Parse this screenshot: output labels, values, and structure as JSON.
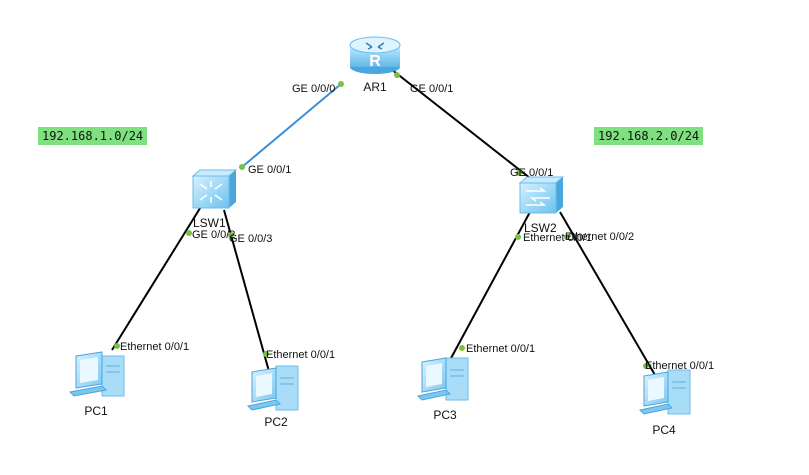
{
  "subnets": {
    "left": "192.168.1.0/24",
    "right": "192.168.2.0/24"
  },
  "devices": {
    "router": "AR1",
    "switch1": "LSW1",
    "switch2": "LSW2",
    "pc1": "PC1",
    "pc2": "PC2",
    "pc3": "PC3",
    "pc4": "PC4"
  },
  "ports": {
    "ar1_left": "GE 0/0/0",
    "ar1_right": "GE 0/0/1",
    "lsw1_up": "GE 0/0/1",
    "lsw1_pc1": "GE 0/0/2",
    "lsw1_pc2": "GE 0/0/3",
    "lsw2_up": "GE 0/0/1",
    "lsw2_pc3": "Ethernet 0/0/1",
    "lsw2_pc4": "Ethernet 0/0/2",
    "pc1_port": "Ethernet 0/0/1",
    "pc2_port": "Ethernet 0/0/1",
    "pc3_port": "Ethernet 0/0/1",
    "pc4_port": "Ethernet 0/0/1"
  },
  "colors": {
    "link_default": "#000000",
    "link_active": "#3a8fd8",
    "port_dot": "#7ac143",
    "subnet_bg": "#7fe07f",
    "device_fill": "#8fd3f5"
  }
}
